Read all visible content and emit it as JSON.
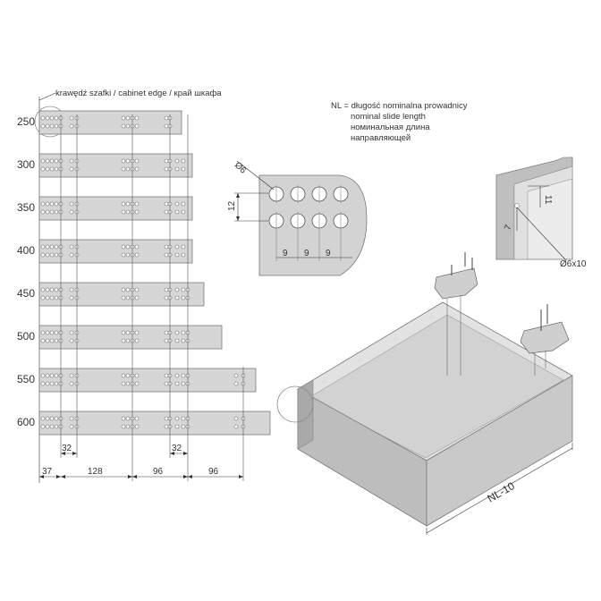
{
  "header": {
    "edge_label": "krawędź szafki / cabinet edge / край шкафа"
  },
  "legend": {
    "line1": "NL = długość nominalna prowadnicy",
    "line2": "nominal slide length",
    "line3": "номинальная длина",
    "line4": "направляющей"
  },
  "rails": [
    {
      "length": "250"
    },
    {
      "length": "300"
    },
    {
      "length": "350"
    },
    {
      "length": "400"
    },
    {
      "length": "450"
    },
    {
      "length": "500"
    },
    {
      "length": "550"
    },
    {
      "length": "600"
    }
  ],
  "bottom_dims": {
    "spacing_a": "32",
    "spacing_b": "32",
    "dist_1": "37",
    "dist_2": "128",
    "dist_3": "96",
    "dist_4": "96"
  },
  "detail": {
    "diameter": "Ø6",
    "vertical": "12",
    "pitch_1": "9",
    "pitch_2": "9",
    "pitch_3": "9"
  },
  "corner_detail": {
    "dim_11": "11",
    "dim_7": "7",
    "screw": "Ø6x10"
  },
  "drawer": {
    "length_label": "NL-10"
  },
  "colors": {
    "rail_fill": "#d6d6d6",
    "drawer_fill": "#dcdcdc",
    "line": "#333333"
  }
}
